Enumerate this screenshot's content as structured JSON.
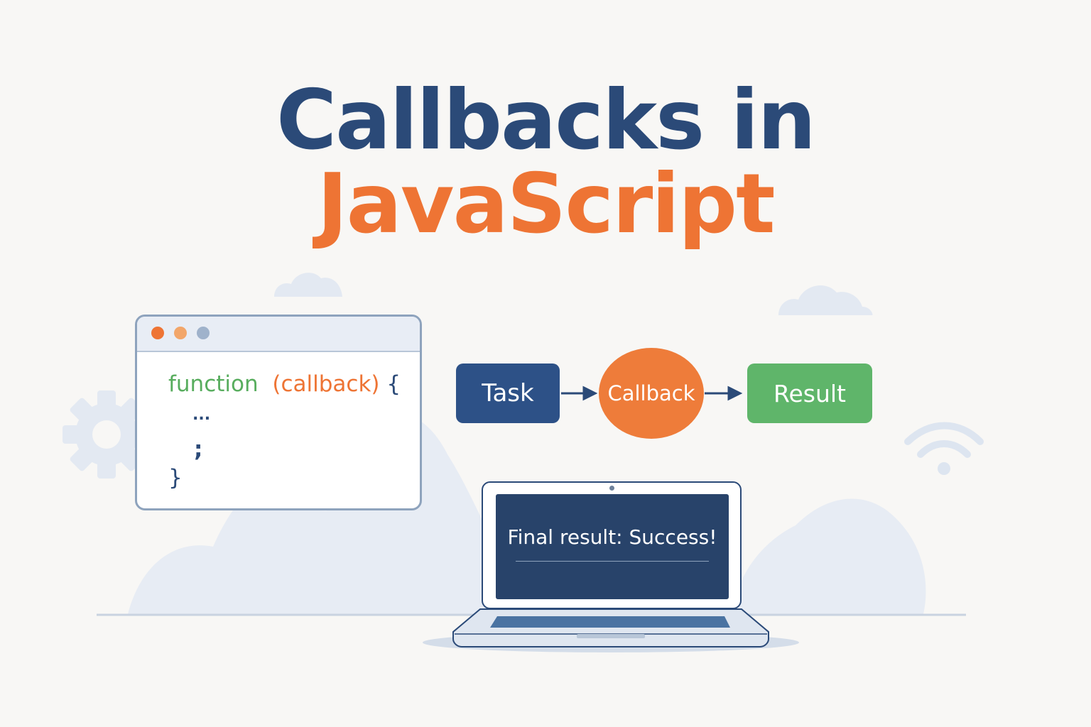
{
  "title": {
    "line1": "Callbacks in",
    "line2": "JavaScript"
  },
  "code_window": {
    "window_dots": [
      "orange-dot",
      "light-orange-dot",
      "blue-gray-dot"
    ],
    "keyword": "function",
    "parameter": "(callback)",
    "open_brace": "{",
    "ellipsis": "...",
    "semicolon": ";",
    "close_brace": "}"
  },
  "flow": {
    "task_label": "Task",
    "callback_label": "Callback",
    "result_label": "Result"
  },
  "laptop": {
    "screen_text": "Final result: Success!"
  },
  "colors": {
    "navy": "#2b4a78",
    "orange": "#ee7434",
    "green": "#5fb56a",
    "background": "#f8f7f5"
  },
  "icons": [
    "gear-icon",
    "wifi-icon",
    "cloud-icon"
  ]
}
